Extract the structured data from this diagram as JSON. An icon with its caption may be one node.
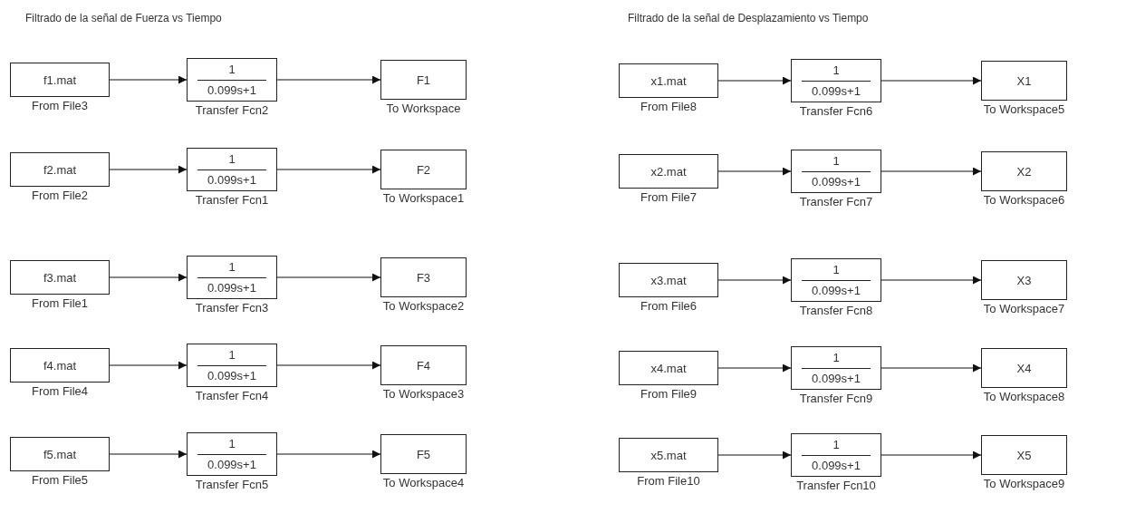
{
  "diagram": {
    "nodes": [
      {
        "text": [
          "f1.mat"
        ],
        "beside": [
          "From File3"
        ]
      },
      {
        "text": [
          "1",
          "0.099s+1"
        ],
        "beside": [
          "Transfer Fcn2"
        ]
      },
      {
        "text": [
          "F1"
        ],
        "beside": [
          "To Workspace"
        ]
      },
      {
        "text": [
          "f2.mat"
        ],
        "beside": [
          "From File2"
        ]
      },
      {
        "text": [
          "1",
          "0.099s+1"
        ],
        "beside": [
          "Transfer Fcn1"
        ]
      },
      {
        "text": [
          "F2"
        ],
        "beside": [
          "To Workspace1"
        ]
      },
      {
        "text": [
          "f3.mat"
        ],
        "beside": [
          "From File1"
        ]
      },
      {
        "text": [
          "1",
          "0.099s+1"
        ],
        "beside": [
          "Transfer Fcn3"
        ]
      },
      {
        "text": [
          "F3"
        ],
        "beside": [
          "To Workspace2"
        ]
      },
      {
        "text": [
          "f4.mat"
        ],
        "beside": [
          "From File4"
        ]
      },
      {
        "text": [
          "1",
          "0.099s+1"
        ],
        "beside": [
          "Transfer Fcn4"
        ]
      },
      {
        "text": [
          "F4"
        ],
        "beside": [
          "To Workspace3"
        ]
      },
      {
        "text": [
          "f5.mat"
        ],
        "beside": [
          "From File5"
        ]
      },
      {
        "text": [
          "1",
          "0.099s+1"
        ],
        "beside": [
          "Transfer Fcn5"
        ]
      },
      {
        "text": [
          "F5"
        ],
        "beside": [
          "To Workspace4"
        ]
      },
      {
        "text": [
          "x1.mat"
        ],
        "beside": [
          "From File8"
        ]
      },
      {
        "text": [
          "1",
          "0.099s+1"
        ],
        "beside": [
          "Transfer Fcn6"
        ]
      },
      {
        "text": [
          "X1"
        ],
        "beside": [
          "To Workspace5"
        ]
      },
      {
        "text": [
          "x2.mat"
        ],
        "beside": [
          "From File7"
        ]
      },
      {
        "text": [
          "1",
          "0.099s+1"
        ],
        "beside": [
          "Transfer Fcn7"
        ]
      },
      {
        "text": [
          "X2"
        ],
        "beside": [
          "To Workspace6"
        ]
      },
      {
        "text": [
          "x3.mat"
        ],
        "beside": [
          "From File6"
        ]
      },
      {
        "text": [
          "1",
          "0.099s+1"
        ],
        "beside": [
          "Transfer Fcn8"
        ]
      },
      {
        "text": [
          "X3"
        ],
        "beside": [
          "To Workspace7"
        ]
      },
      {
        "text": [
          "x4.mat"
        ],
        "beside": [
          "From File9"
        ]
      },
      {
        "text": [
          "1",
          "0.099s+1"
        ],
        "beside": [
          "Transfer Fcn9"
        ]
      },
      {
        "text": [
          "X4"
        ],
        "beside": [
          "To Workspace8"
        ]
      },
      {
        "text": [
          "x5.mat"
        ],
        "beside": [
          "From File10"
        ]
      },
      {
        "text": [
          "1",
          "0.099s+1"
        ],
        "beside": [
          "Transfer Fcn10"
        ]
      },
      {
        "text": [
          "X5"
        ],
        "beside": [
          "To Workspace9"
        ]
      }
    ],
    "edges": [
      {
        "from": 0,
        "to": 1,
        "arrow": "to"
      },
      {
        "from": 1,
        "to": 2,
        "arrow": "to"
      },
      {
        "from": 3,
        "to": 4,
        "arrow": "to"
      },
      {
        "from": 4,
        "to": 5,
        "arrow": "to"
      },
      {
        "from": 6,
        "to": 7,
        "arrow": "to"
      },
      {
        "from": 7,
        "to": 8,
        "arrow": "to"
      },
      {
        "from": 9,
        "to": 10,
        "arrow": "to"
      },
      {
        "from": 10,
        "to": 11,
        "arrow": "to"
      },
      {
        "from": 12,
        "to": 13,
        "arrow": "to"
      },
      {
        "from": 13,
        "to": 14,
        "arrow": "to"
      },
      {
        "from": 15,
        "to": 16,
        "arrow": "to"
      },
      {
        "from": 16,
        "to": 17,
        "arrow": "to"
      },
      {
        "from": 18,
        "to": 19,
        "arrow": "to"
      },
      {
        "from": 19,
        "to": 20,
        "arrow": "to"
      },
      {
        "from": 21,
        "to": 22,
        "arrow": "to"
      },
      {
        "from": 22,
        "to": 23,
        "arrow": "to"
      },
      {
        "from": 24,
        "to": 25,
        "arrow": "to"
      },
      {
        "from": 25,
        "to": 26,
        "arrow": "to"
      },
      {
        "from": 27,
        "to": 28,
        "arrow": "to"
      },
      {
        "from": 28,
        "to": 29,
        "arrow": "to"
      }
    ],
    "labels": [
      "Filtrado de la señal de Fuerza vs Tiempo",
      "Filtrado de la señal de Desplazamiento vs Tiempo"
    ]
  }
}
